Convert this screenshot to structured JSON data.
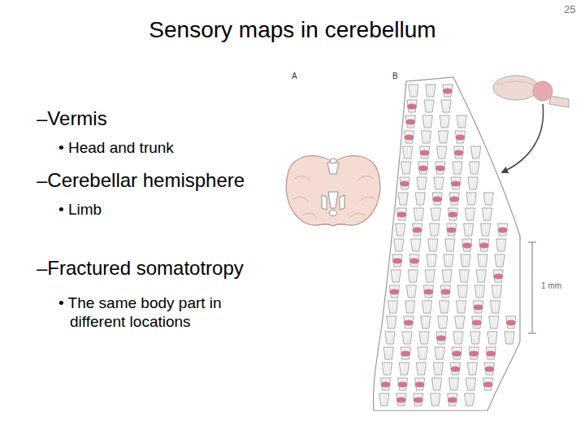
{
  "diagram": {
    "title": "Sensory maps in cerebellum",
    "labels": [
      "–Vermis",
      "• Head and trunk",
      "–Cerebellar hemisphere",
      "• Limb",
      "–Fractured somatotropy",
      "• The same body part in different locations",
      "A",
      "B",
      "1 mm",
      "25"
    ]
  }
}
